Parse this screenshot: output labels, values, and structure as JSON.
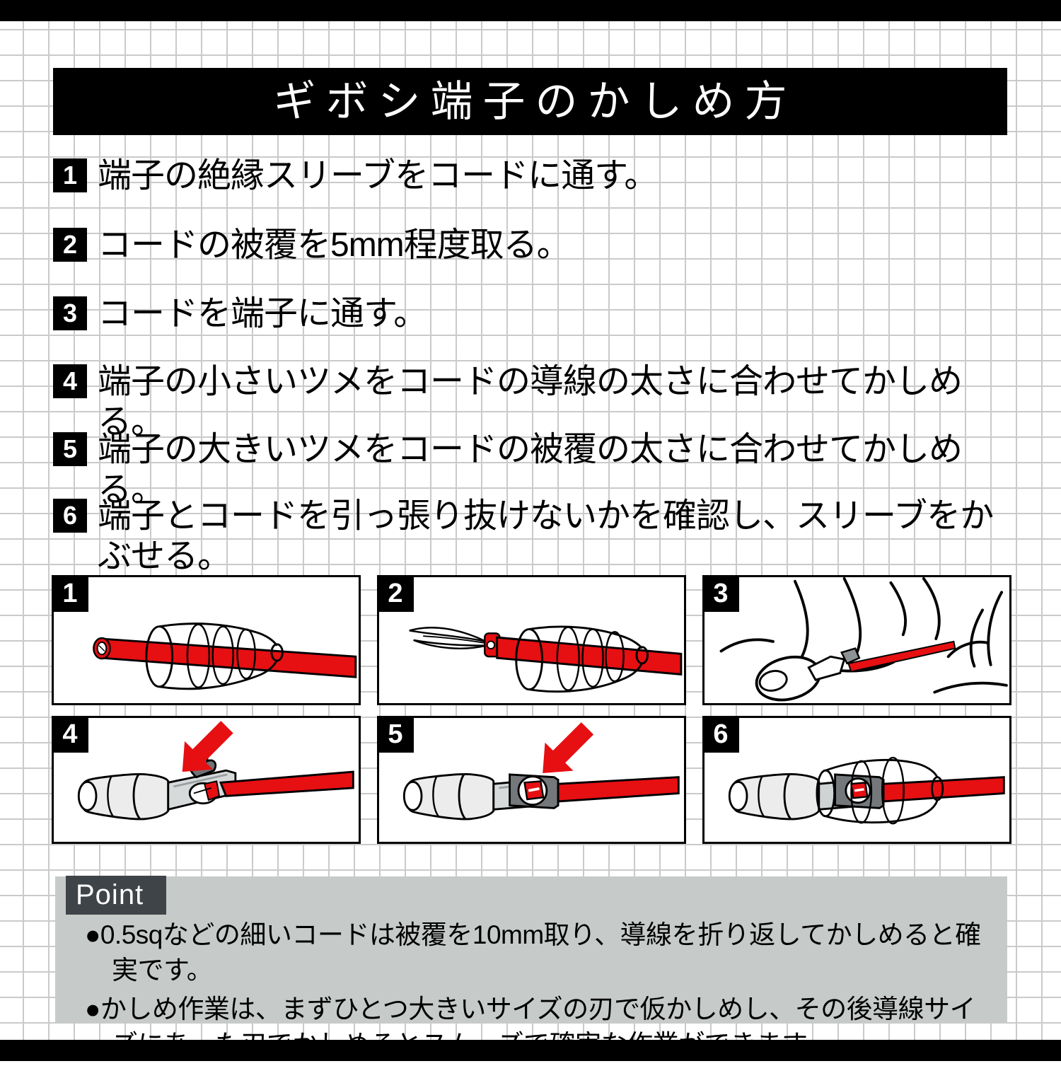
{
  "header": {
    "title": "ギボシ端子のかしめ方"
  },
  "steps": [
    {
      "num": "1",
      "text": "端子の絶縁スリーブをコードに通す。"
    },
    {
      "num": "2",
      "text": "コードの被覆を5mm程度取る。"
    },
    {
      "num": "3",
      "text": "コードを端子に通す。"
    },
    {
      "num": "4",
      "text": "端子の小さいツメをコードの導線の太さに合わせてかしめる。"
    },
    {
      "num": "5",
      "text": "端子の大きいツメをコードの被覆の太さに合わせてかしめる。"
    },
    {
      "num": "6",
      "text": "端子とコードを引っ張り抜けないかを確認し、スリーブをかぶせる。"
    }
  ],
  "panels": [
    {
      "num": "1",
      "icon": "wire-through-sleeve-icon"
    },
    {
      "num": "2",
      "icon": "stripped-wire-sleeve-icon"
    },
    {
      "num": "3",
      "icon": "hands-inserting-wire-icon"
    },
    {
      "num": "4",
      "icon": "crimp-small-claw-icon"
    },
    {
      "num": "5",
      "icon": "crimp-large-claw-icon"
    },
    {
      "num": "6",
      "icon": "sleeve-covered-terminal-icon"
    }
  ],
  "point": {
    "label": "Point",
    "bullets": [
      "●0.5sqなどの細いコードは被覆を10mm取り、導線を折り返してかしめると確実です。",
      "●かしめ作業は、まずひとつ大きいサイズの刃で仮かしめし、その後導線サイズにあった刃でかしめるとスムーズで確実な作業ができます。"
    ]
  },
  "colors": {
    "wire_red": "#e60f12",
    "black": "#000000",
    "grid_line": "#cacaca",
    "point_box_bg": "#c6cbc9",
    "point_label_bg": "#3f4448",
    "badge_bg": "#000000",
    "badge_text": "#ffffff",
    "terminal_gray": "#d7dadb",
    "claw_dark_gray": "#6f7376",
    "sleeve_gray": "#ececec"
  }
}
